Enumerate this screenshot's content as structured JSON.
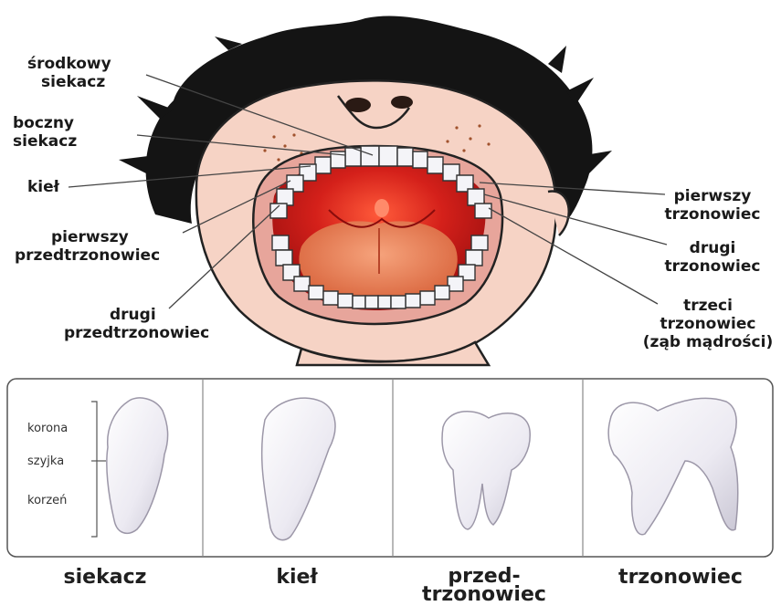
{
  "labels_left": [
    {
      "id": "srodkowy",
      "lines": [
        "środkowy",
        "siekacz"
      ]
    },
    {
      "id": "boczny",
      "lines": [
        "boczny",
        "siekacz"
      ]
    },
    {
      "id": "kiel",
      "lines": [
        "kieł"
      ]
    },
    {
      "id": "pierwszy-przed",
      "lines": [
        "pierwszy",
        "przedtrzonowiec"
      ]
    },
    {
      "id": "drugi-przed",
      "lines": [
        "drugi",
        "przedtrzonowiec"
      ]
    }
  ],
  "labels_right": [
    {
      "id": "pierwszy-trzon",
      "lines": [
        "pierwszy",
        "trzonowiec"
      ]
    },
    {
      "id": "drugi-trzon",
      "lines": [
        "drugi",
        "trzonowiec"
      ]
    },
    {
      "id": "trzeci-trzon",
      "lines": [
        "trzeci",
        "trzonowiec",
        "(ząb mądrości)"
      ]
    }
  ],
  "tooth_parts": [
    "korona",
    "szyjka",
    "korzeń"
  ],
  "tooth_types": [
    {
      "id": "siekacz",
      "lines": [
        "siekacz"
      ]
    },
    {
      "id": "kiel",
      "lines": [
        "kieł"
      ]
    },
    {
      "id": "przedtrzonowiec",
      "lines": [
        "przed-",
        "trzonowiec"
      ]
    },
    {
      "id": "trzonowiec",
      "lines": [
        "trzonowiec"
      ]
    }
  ],
  "colors": {
    "hair": "#141414",
    "skin": "#f6d3c5",
    "mouth": "#c21818",
    "tongue": "#e88a5c",
    "tooth": "#f4f4f8",
    "outline": "#222222"
  }
}
